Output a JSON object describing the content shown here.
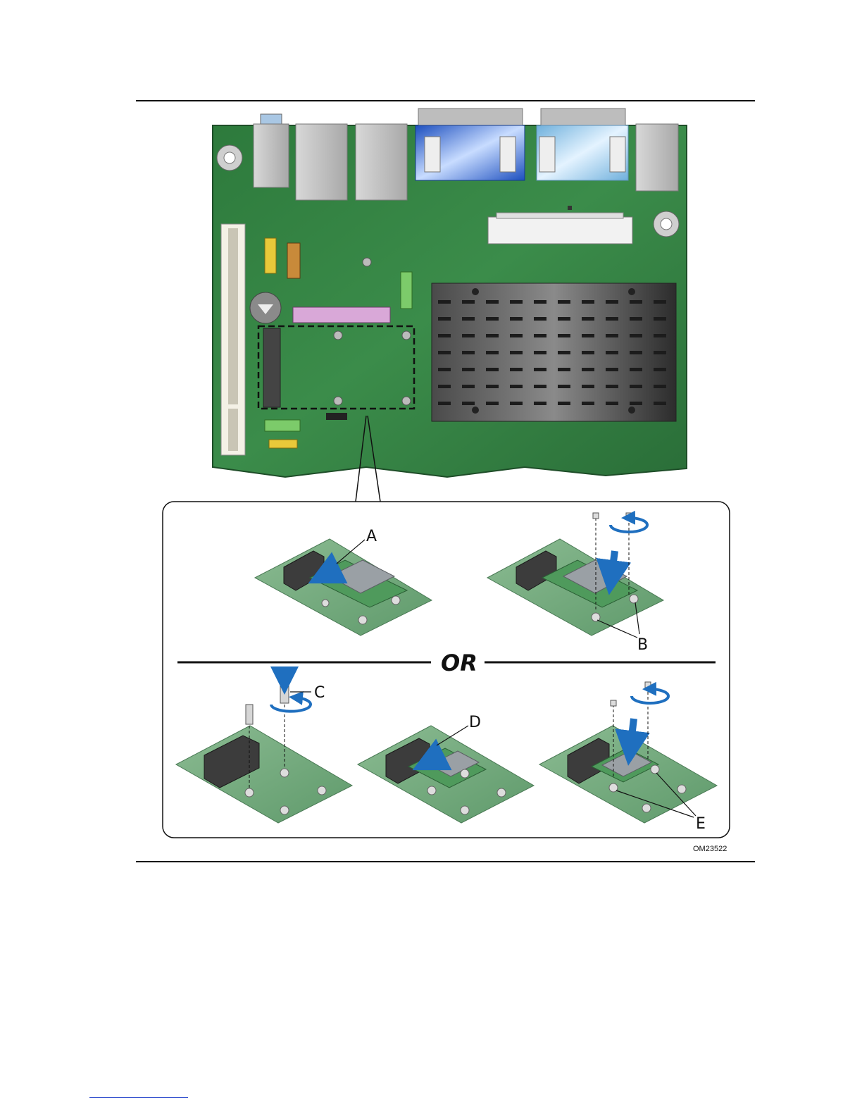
{
  "figure": {
    "id_label": "OM23522",
    "or_label": "OR",
    "callouts": {
      "a": "A",
      "b": "B",
      "c": "C",
      "d": "D",
      "e": "E"
    }
  },
  "colors": {
    "board_green": "#2f7a3e",
    "board_dark": "#1f5a2c",
    "card_green": "#6fa77a",
    "vga_blue": "#2457c8",
    "serial_blue": "#8fc3e6",
    "arrow_blue": "#1f6fbf",
    "heatsink": "#3a3a3a"
  },
  "icons": [
    "arrow-down-icon",
    "arrow-insert-icon",
    "rotate-icon",
    "screw-icon",
    "standoff-icon"
  ]
}
